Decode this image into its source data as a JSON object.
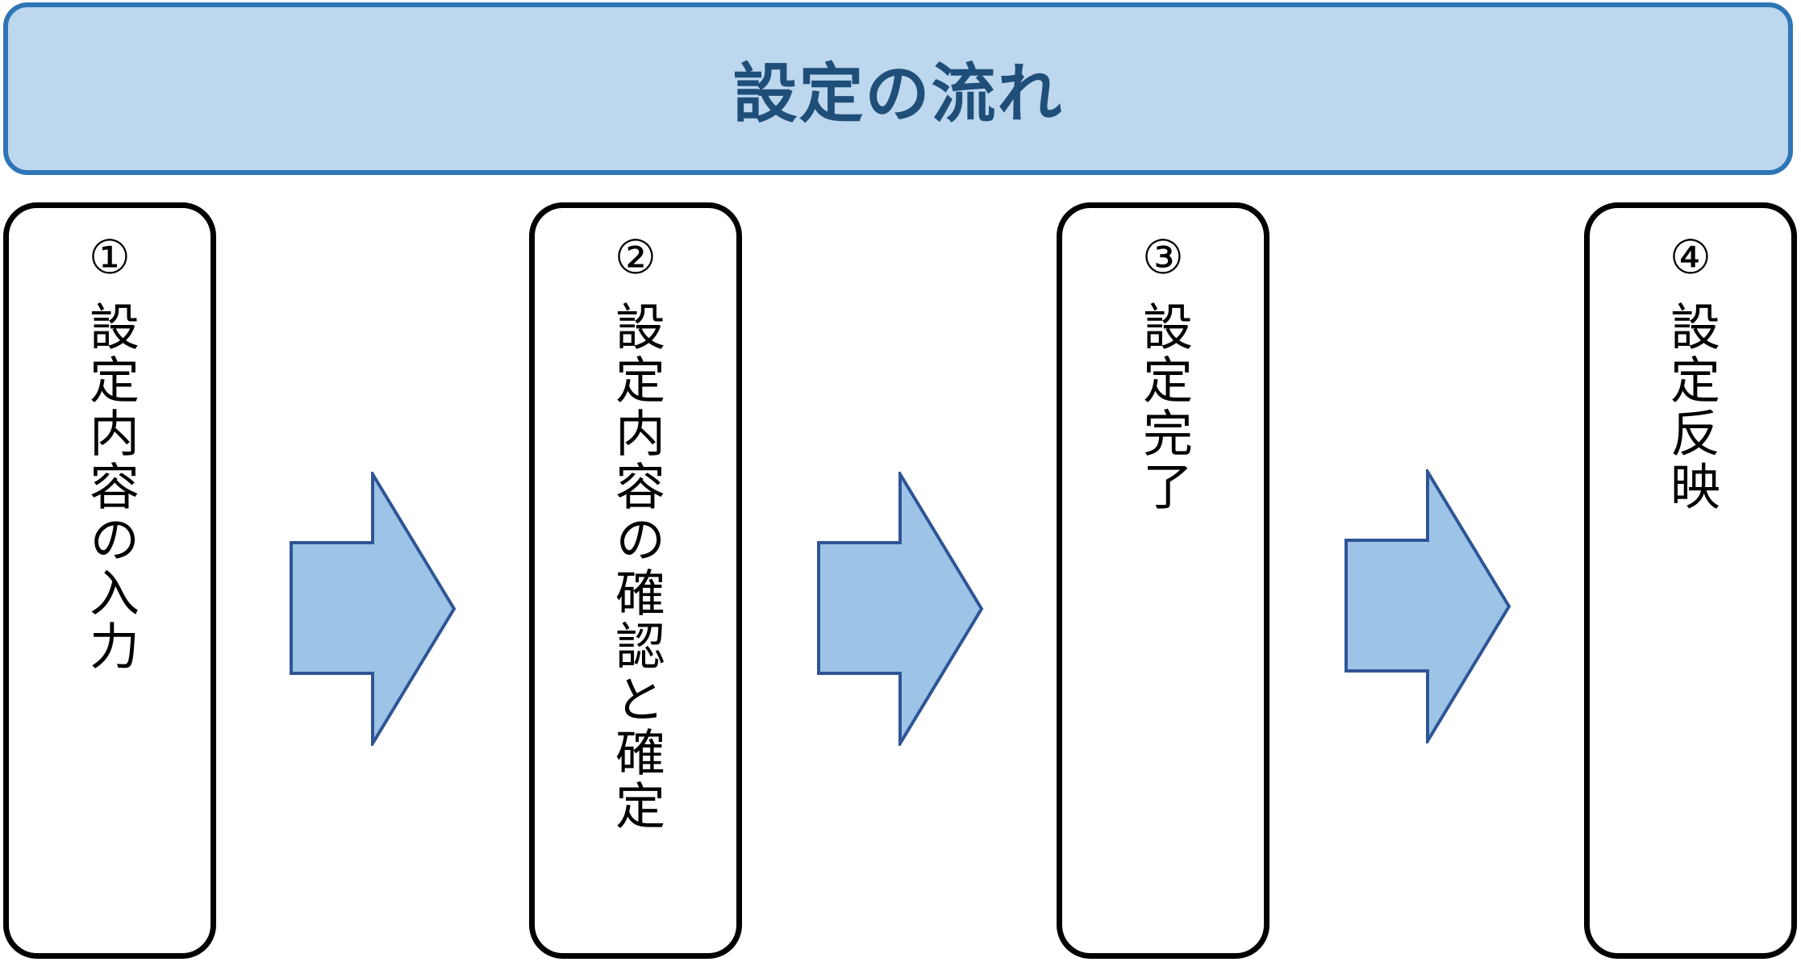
{
  "title": "設定の流れ",
  "steps": [
    {
      "number": "①",
      "label": "設定内容の入力"
    },
    {
      "number": "②",
      "label": "設定内容の確認と確定"
    },
    {
      "number": "③",
      "label": "設定完了"
    },
    {
      "number": "④",
      "label": "設定反映"
    }
  ],
  "colors": {
    "title_fill": "#bdd7ee",
    "title_border": "#2e75b6",
    "title_text": "#1f4e79",
    "arrow_fill": "#9dc3e6",
    "arrow_border": "#2f5597",
    "step_border": "#000000"
  }
}
